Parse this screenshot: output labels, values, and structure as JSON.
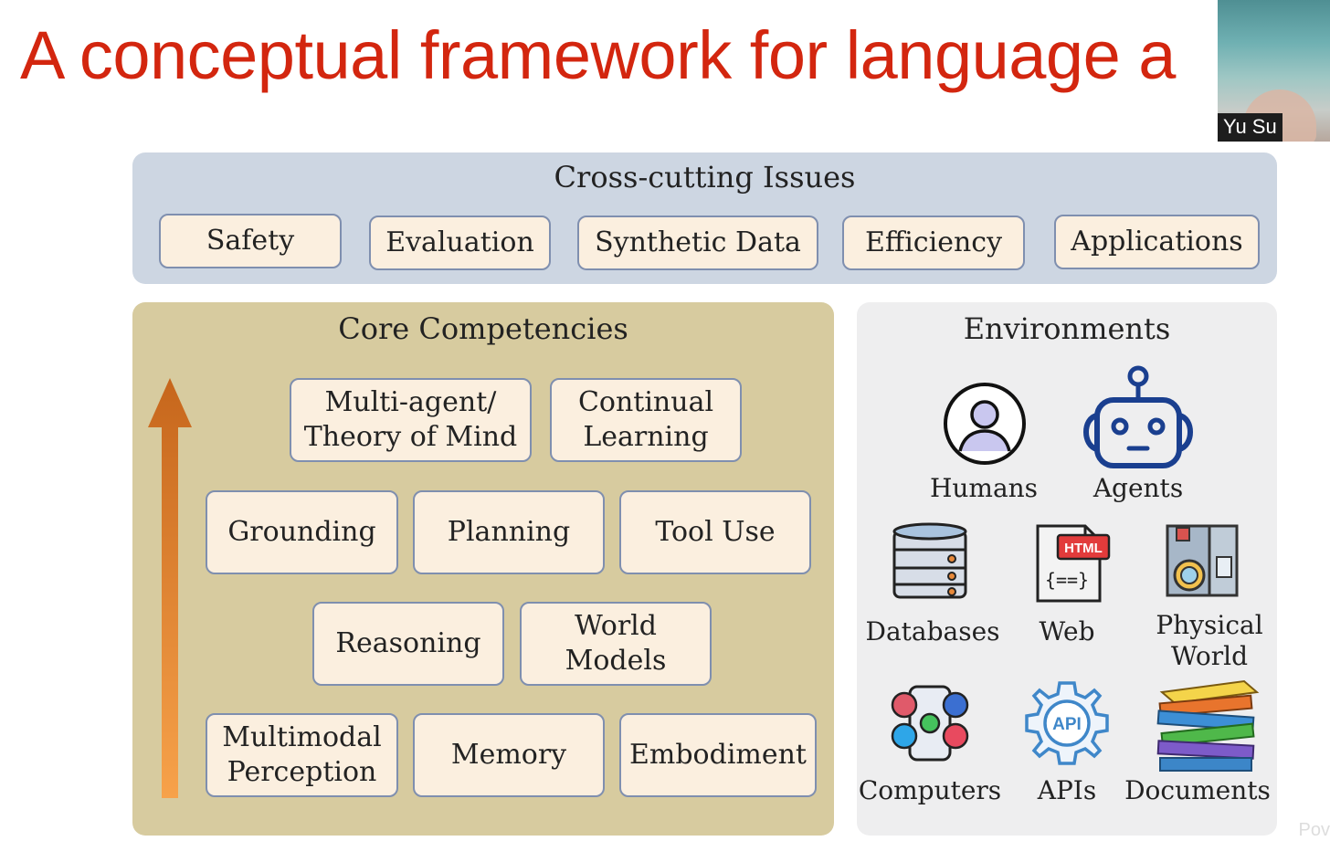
{
  "title": "A conceptual framework for language a",
  "webcam": {
    "name": "Yu Su"
  },
  "cross_cutting": {
    "title": "Cross-cutting Issues",
    "items": [
      "Safety",
      "Evaluation",
      "Synthetic Data",
      "Efficiency",
      "Applications"
    ]
  },
  "core": {
    "title": "Core Competencies",
    "row1": [
      [
        "Multi-agent/",
        "Theory of Mind"
      ],
      [
        "Continual",
        "Learning"
      ]
    ],
    "row2": [
      "Grounding",
      "Planning",
      "Tool Use"
    ],
    "row3": [
      [
        "Reasoning"
      ],
      [
        "World",
        "Models"
      ]
    ],
    "row4": [
      [
        "Multimodal",
        "Perception"
      ],
      [
        "Memory"
      ],
      [
        "Embodiment"
      ]
    ]
  },
  "environments": {
    "title": "Environments",
    "items": [
      {
        "label": "Humans",
        "icon": "person-icon"
      },
      {
        "label": "Agents",
        "icon": "robot-icon"
      },
      {
        "label": "Databases",
        "icon": "database-icon"
      },
      {
        "label": "Web",
        "icon": "html-file-icon",
        "icon_text": "HTML"
      },
      {
        "label1": "Physical",
        "label2": "World",
        "icon": "washing-machine-icon"
      },
      {
        "label": "Computers",
        "icon": "phone-social-icon"
      },
      {
        "label": "APIs",
        "icon": "api-gear-icon",
        "icon_text": "API"
      },
      {
        "label": "Documents",
        "icon": "book-stack-icon"
      }
    ]
  },
  "colors": {
    "title": "#d3260f",
    "cross_panel": "#cdd6e2",
    "core_panel": "#d7cb9f",
    "env_panel": "#eeeeef",
    "box_fill": "#fbefdf",
    "box_border": "#7f8faf",
    "arrow_top": "#c6661c",
    "arrow_bottom": "#f7a24a"
  },
  "corner_text": "Pov"
}
